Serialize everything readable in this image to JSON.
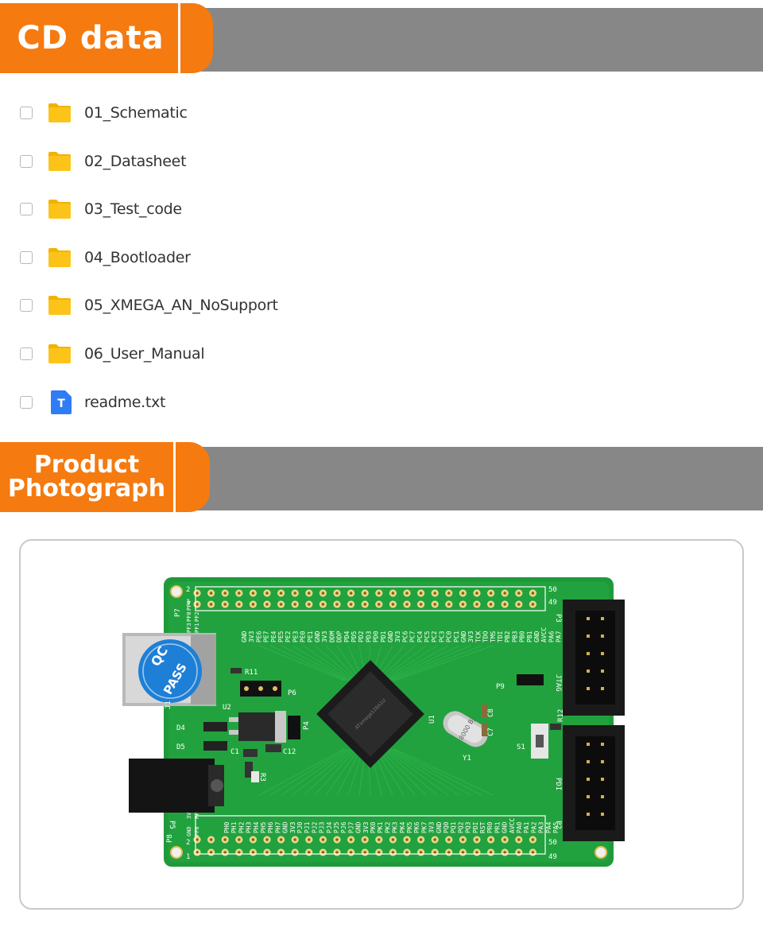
{
  "sections": {
    "cd_data": {
      "title": "CD data"
    },
    "product_photo": {
      "title_line1": "Product",
      "title_line2": "Photograph"
    }
  },
  "files": [
    {
      "name": "01_Schematic",
      "type": "folder",
      "icon": "folder-icon"
    },
    {
      "name": "02_Datasheet",
      "type": "folder",
      "icon": "folder-icon"
    },
    {
      "name": "03_Test_code",
      "type": "folder",
      "icon": "folder-icon"
    },
    {
      "name": "04_Bootloader",
      "type": "folder",
      "icon": "folder-icon"
    },
    {
      "name": "05_XMEGA_AN_NoSupport",
      "type": "folder",
      "icon": "folder-icon"
    },
    {
      "name": "06_User_Manual",
      "type": "folder",
      "icon": "folder-icon"
    },
    {
      "name": "readme.txt",
      "type": "text",
      "icon": "text-file-icon",
      "icon_letter": "T"
    }
  ],
  "board": {
    "qc_sticker": {
      "line1": "QC",
      "line2": "PASS"
    },
    "crystal_label": "8000 BJ",
    "chip_label": "ATxmega128A1U",
    "labels": {
      "j1": "J1",
      "d4": "D4",
      "d5": "D5",
      "u2": "U2",
      "r11": "R11",
      "p6": "P6",
      "p4": "P4",
      "c12": "C12",
      "c1": "C1",
      "r3": "R3",
      "p5": "P5",
      "p8": "P8",
      "p7": "P7",
      "p9": "P9",
      "jtag": "JTAG",
      "pdi": "PDI",
      "p3": "P3",
      "p2": "P2",
      "s1": "S1",
      "c7": "C7",
      "c8": "C8",
      "y1": "Y1",
      "r12": "R12",
      "u1": "U1",
      "n50_top": "50",
      "n49_top": "49",
      "n50_bot": "50",
      "n49_bot": "49",
      "n2_top": "2",
      "n1_top": "1",
      "n2_bot": "2",
      "n1_bot": "1"
    },
    "top_pins": [
      "GND",
      "3V3",
      "PE6",
      "PE7",
      "PE4",
      "PE5",
      "PE2",
      "PE3",
      "PE0",
      "PE1",
      "GND",
      "3V3",
      "DDM",
      "DDP",
      "PD4",
      "PD5",
      "PD2",
      "PD3",
      "PD0",
      "PD1",
      "GND",
      "3V3",
      "PC6",
      "PC7",
      "PC4",
      "PC5",
      "PC2",
      "PC3",
      "PC0",
      "PC1",
      "GND",
      "3V3",
      "TCK",
      "TDO",
      "TMS",
      "TDI",
      "PB2",
      "PB3",
      "PB0",
      "PB1",
      "GND",
      "AVCC",
      "PA6",
      "PA7"
    ],
    "bottom_pins": [
      "PH0",
      "PH1",
      "PH2",
      "PH3",
      "PH4",
      "PH5",
      "PH6",
      "PH7",
      "GND",
      "3V3",
      "PJ0",
      "PJ1",
      "PJ2",
      "PJ3",
      "PJ4",
      "PJ5",
      "PJ6",
      "PJ7",
      "GND",
      "3V3",
      "PK0",
      "PK1",
      "PK2",
      "PK3",
      "PK4",
      "PK5",
      "PK6",
      "PK7",
      "3V3",
      "GND",
      "PQ0",
      "PQ1",
      "PQ2",
      "PQ3",
      "PDI",
      "RST",
      "PR0",
      "PR1",
      "GND",
      "AVCC",
      "PA0",
      "PA1",
      "PA2",
      "PA3",
      "PA4",
      "PA5"
    ],
    "left_top_pins": [
      "PF6",
      "PF7",
      "PF3",
      "PF1",
      "PF0",
      "PF2",
      "PF4"
    ],
    "left_bottom_pins": [
      "GND",
      "PF6",
      "3V3",
      "PF7"
    ]
  },
  "colors": {
    "accent_orange": "#f57a10",
    "header_gray": "#878787",
    "folder_yellow": "#fcc419",
    "txt_blue": "#2f7cf6",
    "pcb_green": "#1f9a3a"
  }
}
